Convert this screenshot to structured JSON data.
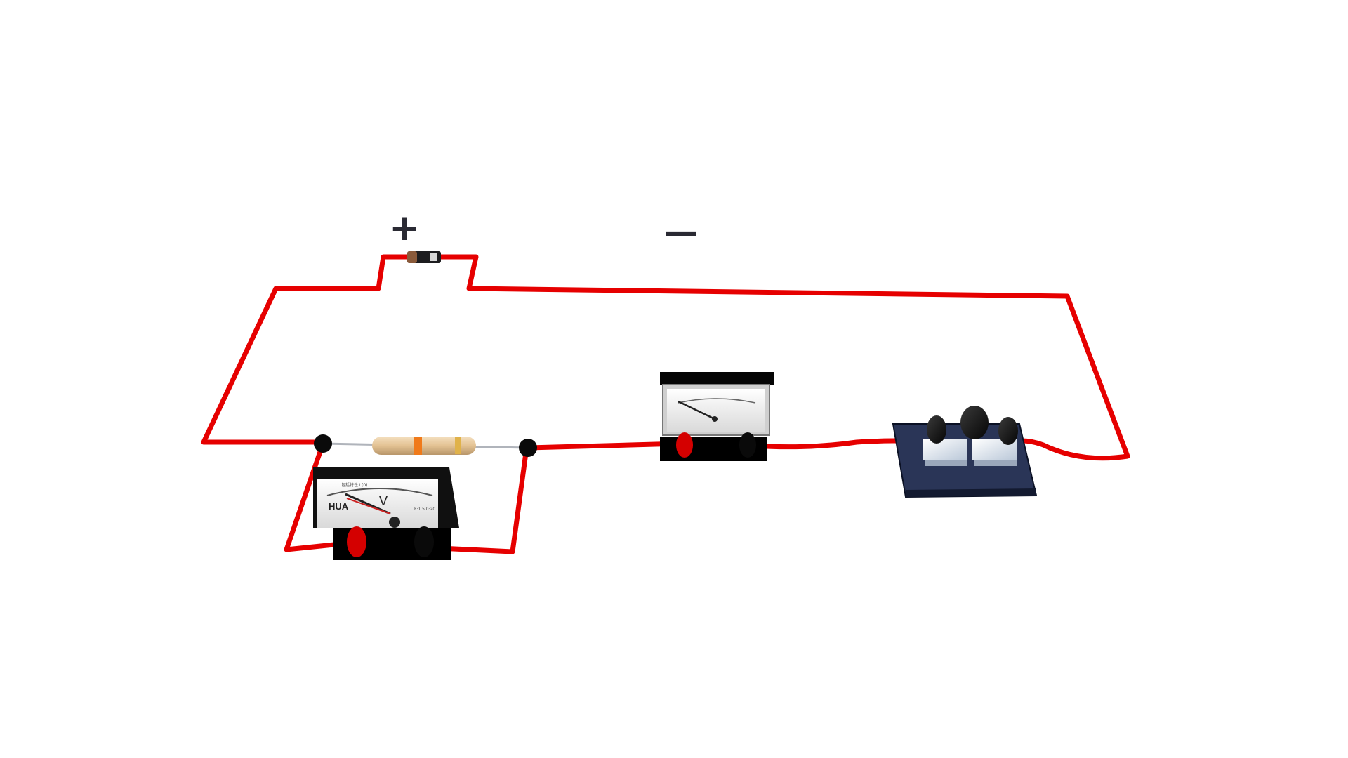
{
  "scene": {
    "polarity_plus": "+",
    "polarity_minus": "—",
    "voltmeter": {
      "unit_symbol": "V",
      "brand": "HUA",
      "top_text": "包括特性↑(0)",
      "side_text": "F·1.5 0·20",
      "needle_fraction": 0.25
    },
    "ammeter": {
      "needle_fraction": 0.22
    },
    "colors": {
      "wire": "#e60000",
      "terminal_black": "#0a0a0a",
      "terminal_red": "#d40000",
      "meter_base": "#000000",
      "meter_face": "#f2f2f2",
      "resistor_body": "#e7c89c",
      "resistor_band": "#f07a1a",
      "rheostat_base": "#2a3557"
    },
    "icons": [
      "battery-icon",
      "resistor-icon",
      "voltmeter-icon",
      "ammeter-icon",
      "rheostat-icon"
    ]
  }
}
